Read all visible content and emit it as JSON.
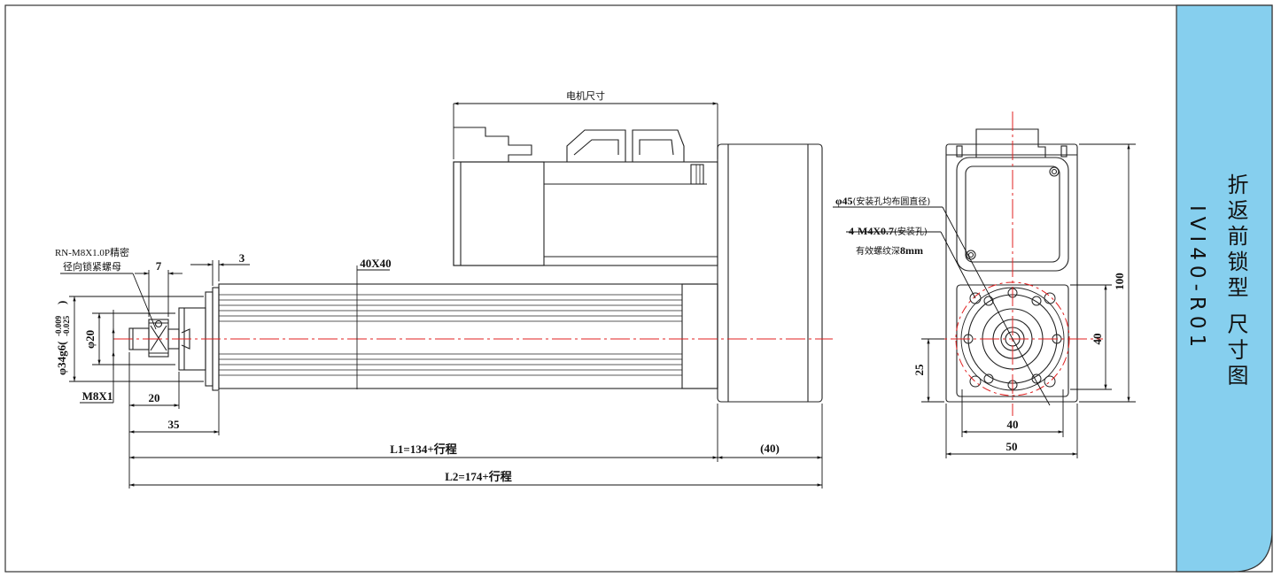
{
  "drawing": {
    "side_panel": {
      "title": "折返前锁型 尺寸图",
      "model": "IVI40-R01",
      "color": "#86cfee"
    },
    "labels": {
      "motor_size": "电机尺寸",
      "nut_note_line1": "RN-M8X1.0P精密",
      "nut_note_line2": "径向锁紧螺母",
      "dim_7": "7",
      "dim_3": "3",
      "dim_40x40": "40X40",
      "dim_phi34": "φ34g6(",
      "dim_phi34_tol_upper": "-0.009",
      "dim_phi34_tol_lower": "-0.025",
      "dim_phi34_close": ")",
      "dim_phi20": "φ20",
      "dim_m8x1": "M8X1",
      "dim_20": "20",
      "dim_35": "35",
      "dim_l1": "L1=134+行程",
      "dim_40_paren": "(40)",
      "dim_l2": "L2=174+行程",
      "hole_pcd_bold": "φ45",
      "hole_pcd_note": "(安装孔均布圆直径)",
      "thread_bold": "4-M4X0.7",
      "thread_note": "(安装孔)",
      "thread_depth_note": "有效螺纹深",
      "thread_depth_bold": "8mm",
      "dim_100": "100",
      "dim_40_right": "40",
      "dim_25": "25",
      "dim_40_bottom": "40",
      "dim_50": "50"
    }
  }
}
